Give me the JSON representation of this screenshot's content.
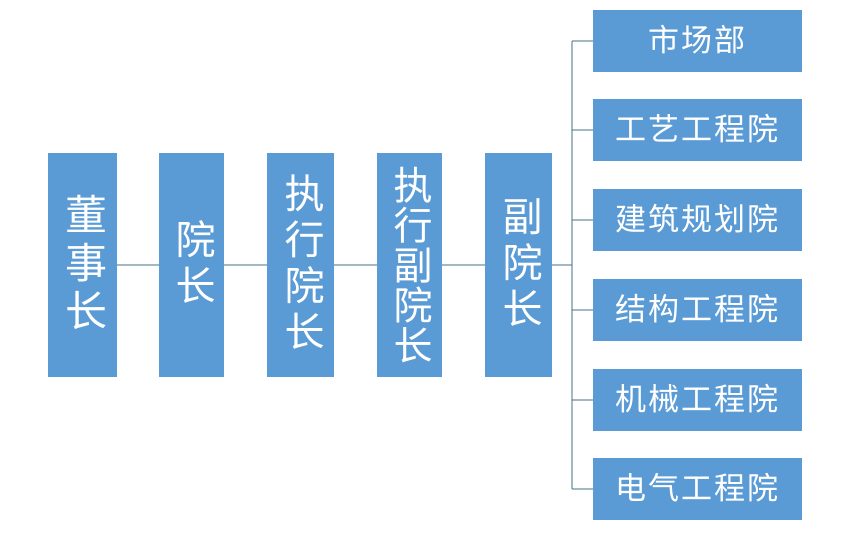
{
  "chart_data": {
    "type": "diagram",
    "subtype": "organization-chart",
    "title": "",
    "orientation": "left-to-right",
    "colors": {
      "node_fill": "#5B9BD5",
      "node_text": "#FFFFFF",
      "connector": "#44708A",
      "background": "#FFFFFF"
    },
    "chain": [
      {
        "id": "chairman",
        "label": "董事长",
        "chars": 3
      },
      {
        "id": "president",
        "label": "院长",
        "chars": 2
      },
      {
        "id": "executive-president",
        "label": "执行院长",
        "chars": 4
      },
      {
        "id": "executive-vice-president",
        "label": "执行副院长",
        "chars": 5
      },
      {
        "id": "vice-president",
        "label": "副院长",
        "chars": 3
      }
    ],
    "branches": [
      {
        "id": "marketing-dept",
        "label": "市场部"
      },
      {
        "id": "process-engineering-institute",
        "label": "工艺工程院"
      },
      {
        "id": "architecture-planning-institute",
        "label": "建筑规划院"
      },
      {
        "id": "structural-engineering-institute",
        "label": "结构工程院"
      },
      {
        "id": "mechanical-engineering-institute",
        "label": "机械工程院"
      },
      {
        "id": "electrical-engineering-institute",
        "label": "电气工程院"
      }
    ],
    "edges": [
      {
        "from": "chairman",
        "to": "president"
      },
      {
        "from": "president",
        "to": "executive-president"
      },
      {
        "from": "executive-president",
        "to": "executive-vice-president"
      },
      {
        "from": "executive-vice-president",
        "to": "vice-president"
      },
      {
        "from": "vice-president",
        "to": "marketing-dept"
      },
      {
        "from": "vice-president",
        "to": "process-engineering-institute"
      },
      {
        "from": "vice-president",
        "to": "architecture-planning-institute"
      },
      {
        "from": "vice-president",
        "to": "structural-engineering-institute"
      },
      {
        "from": "vice-president",
        "to": "mechanical-engineering-institute"
      },
      {
        "from": "vice-president",
        "to": "electrical-engineering-institute"
      }
    ]
  }
}
